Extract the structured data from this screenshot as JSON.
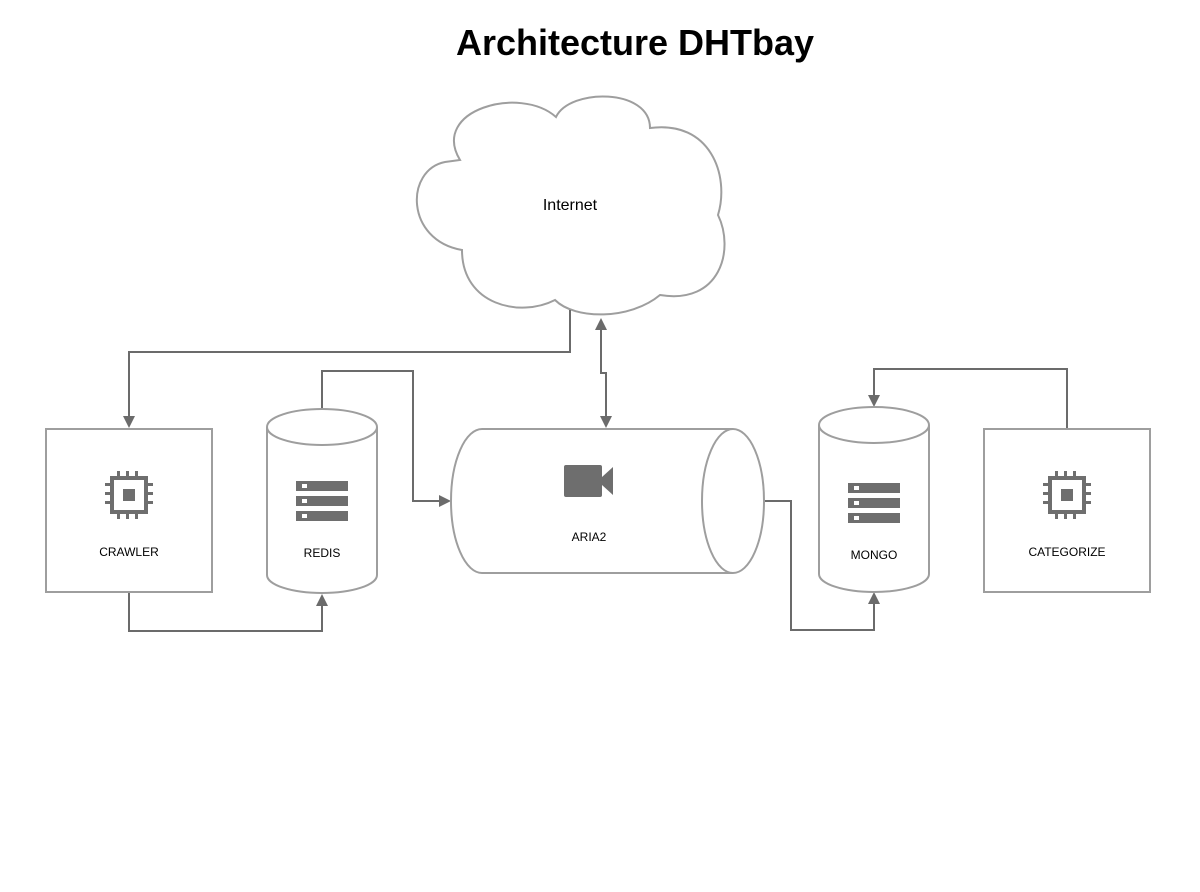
{
  "diagram": {
    "title": "Architecture DHTbay",
    "nodes": {
      "internet": {
        "label": "Internet",
        "shape": "cloud"
      },
      "crawler": {
        "label": "CRAWLER",
        "shape": "box",
        "icon": "cpu-chip-icon"
      },
      "redis": {
        "label": "REDIS",
        "shape": "cylinder",
        "icon": "server-stack-icon"
      },
      "aria2": {
        "label": "ARIA2",
        "shape": "horizontal-cylinder",
        "icon": "video-camera-icon"
      },
      "mongo": {
        "label": "MONGO",
        "shape": "cylinder",
        "icon": "server-stack-icon"
      },
      "categorize": {
        "label": "CATEGORIZE",
        "shape": "box",
        "icon": "cpu-chip-icon"
      }
    },
    "edges": [
      {
        "from": "internet",
        "to": "crawler"
      },
      {
        "from": "internet",
        "to": "aria2",
        "bidirectional": true
      },
      {
        "from": "crawler",
        "to": "redis"
      },
      {
        "from": "redis",
        "to": "aria2"
      },
      {
        "from": "aria2",
        "to": "mongo"
      },
      {
        "from": "categorize",
        "to": "mongo"
      }
    ],
    "colors": {
      "stroke": "#9e9e9e",
      "connector": "#6b6b6b",
      "icon": "#6e6e6e"
    }
  }
}
